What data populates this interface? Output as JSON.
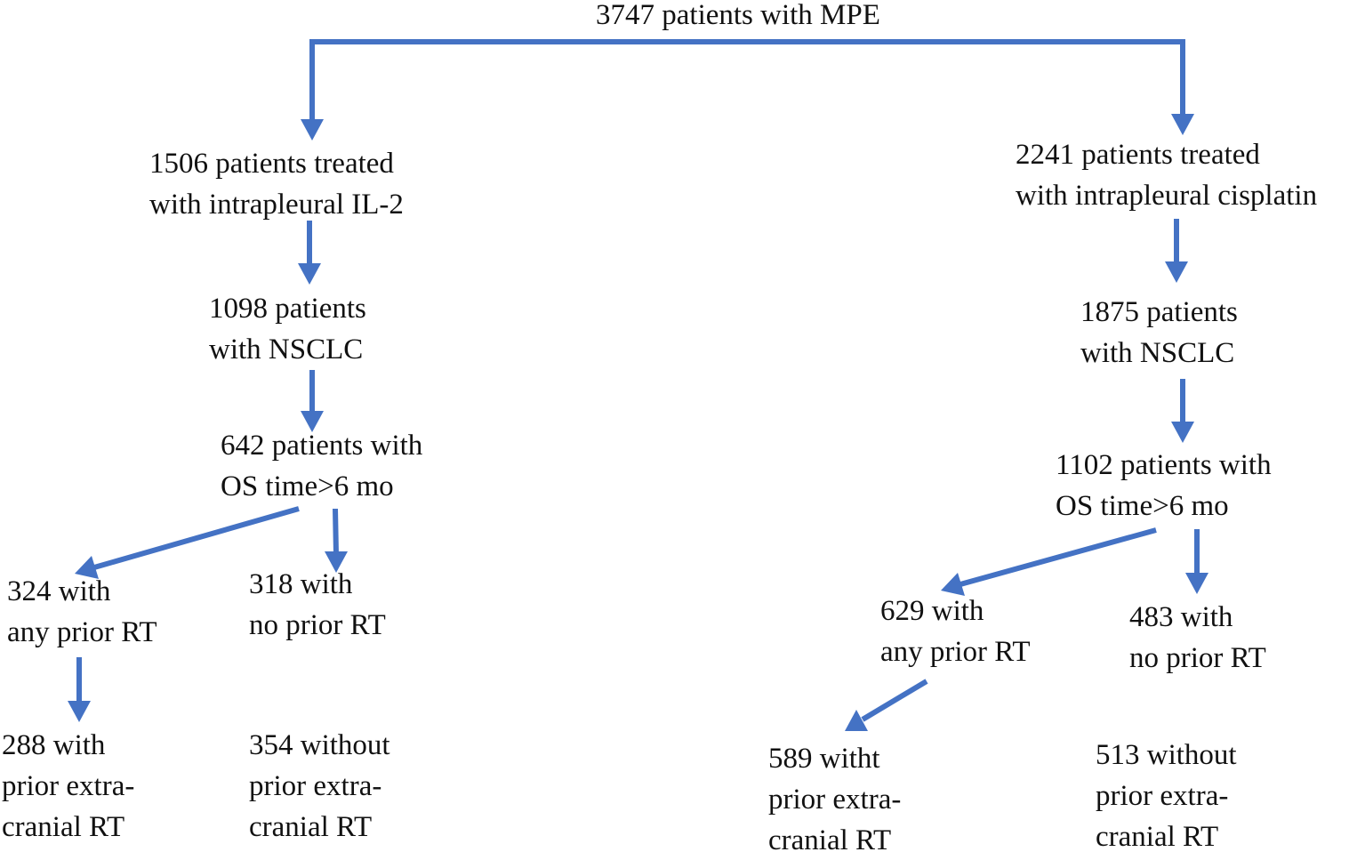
{
  "colors": {
    "arrow": "#4472C4",
    "text": "#111111",
    "background": "#ffffff"
  },
  "nodes": {
    "root": {
      "lines": [
        "3747 patients with MPE"
      ]
    },
    "il2": {
      "lines": [
        "1506 patients treated",
        "with intrapleural IL-2"
      ]
    },
    "il2_nsclc": {
      "lines": [
        "1098 patients",
        "with NSCLC"
      ]
    },
    "il2_os": {
      "lines": [
        "642 patients with",
        "OS time>6 mo"
      ]
    },
    "il2_any_rt": {
      "lines": [
        "324 with",
        "any prior RT"
      ]
    },
    "il2_no_rt": {
      "lines": [
        "318 with",
        "no prior RT"
      ]
    },
    "il2_extra_rt": {
      "lines": [
        "288 with",
        "prior extra-",
        "cranial RT"
      ]
    },
    "il2_no_extra_rt": {
      "lines": [
        "354 without",
        "prior extra-",
        "cranial RT"
      ]
    },
    "cis": {
      "lines": [
        "2241 patients treated",
        "with intrapleural cisplatin"
      ]
    },
    "cis_nsclc": {
      "lines": [
        "1875 patients",
        "with NSCLC"
      ]
    },
    "cis_os": {
      "lines": [
        "1102 patients with",
        "OS time>6 mo"
      ]
    },
    "cis_any_rt": {
      "lines": [
        "629 with",
        "any prior RT"
      ]
    },
    "cis_no_rt": {
      "lines": [
        "483 with",
        "no prior RT"
      ]
    },
    "cis_extra_rt": {
      "lines": [
        "589 witht",
        "prior extra-",
        "cranial RT"
      ]
    },
    "cis_no_extra_rt": {
      "lines": [
        "513 without",
        "prior extra-",
        "cranial RT"
      ]
    }
  }
}
